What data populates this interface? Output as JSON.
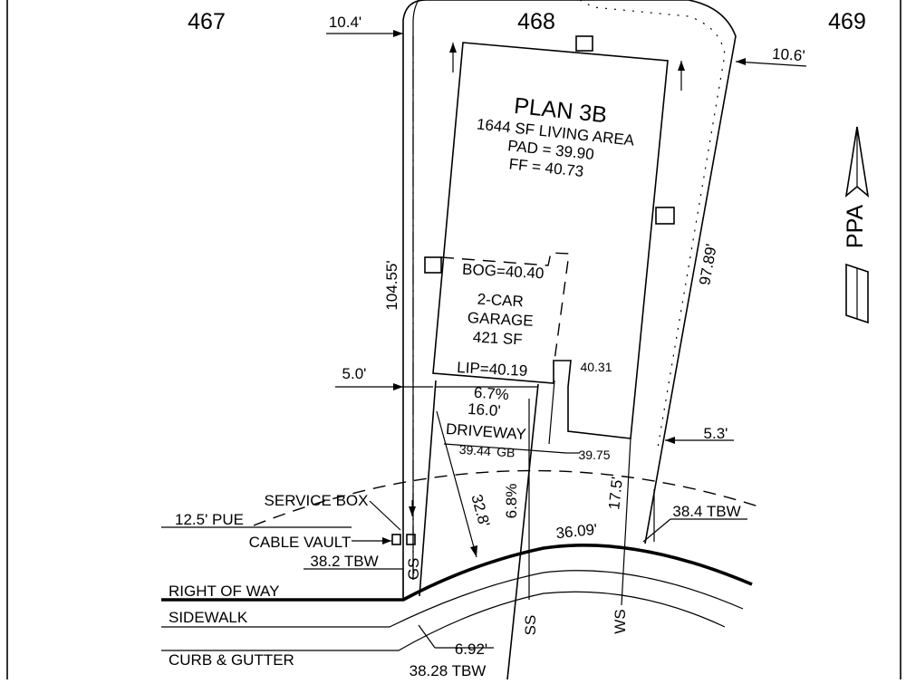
{
  "lots": {
    "left": "467",
    "center": "468",
    "right": "469"
  },
  "plan": {
    "title": "PLAN 3B",
    "living_area": "1644 SF LIVING AREA",
    "pad": "PAD = 39.90",
    "ff": "FF = 40.73"
  },
  "garage": {
    "bog": "BOG=40.40",
    "line1": "2-CAR",
    "line2": "GARAGE",
    "line3": "421 SF",
    "lip": "LIP=40.19",
    "corner_elev": "40.31"
  },
  "driveway": {
    "slope": "6.7%",
    "width": "16.0'",
    "label": "DRIVEWAY",
    "elev_left": "39.44",
    "elev_left_suffix": "GB",
    "elev_right": "39.75",
    "length": "32.8'",
    "slope2": "6.8%"
  },
  "dimensions": {
    "top_left_offset": "10.4'",
    "top_right_offset": "10.6'",
    "left_depth": "104.55'",
    "right_depth": "97.89'",
    "side_left": "5.0'",
    "side_right": "5.3'",
    "front_right": "17.5'",
    "frontage": "36.09'",
    "curb_offset": "6.92'"
  },
  "callouts": {
    "service_box": "SERVICE BOX",
    "pue": "12.5' PUE",
    "cable_vault": "CABLE VAULT",
    "tbw_left": "38.2 TBW",
    "tbw_right": "38.4 TBW",
    "tbw_bottom": "38.28 TBW",
    "right_of_way": "RIGHT OF WAY",
    "sidewalk": "SIDEWALK",
    "curb_gutter": "CURB & GUTTER"
  },
  "utilities": {
    "gas": "GS",
    "sewer": "SS",
    "water": "WS"
  },
  "north_arrow": {
    "stamp": "PPA"
  }
}
